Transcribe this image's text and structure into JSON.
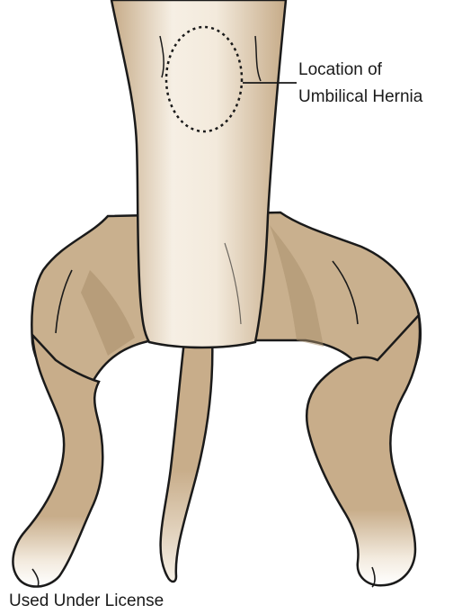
{
  "annotation": {
    "line1": "Location of",
    "line2": "Umbilical Hernia"
  },
  "credit": "Used Under License",
  "colors": {
    "fur": "#c9b08e",
    "fur_light": "#f4ece0",
    "fur_shadow": "#a58b68",
    "outline": "#1a1a1a"
  }
}
